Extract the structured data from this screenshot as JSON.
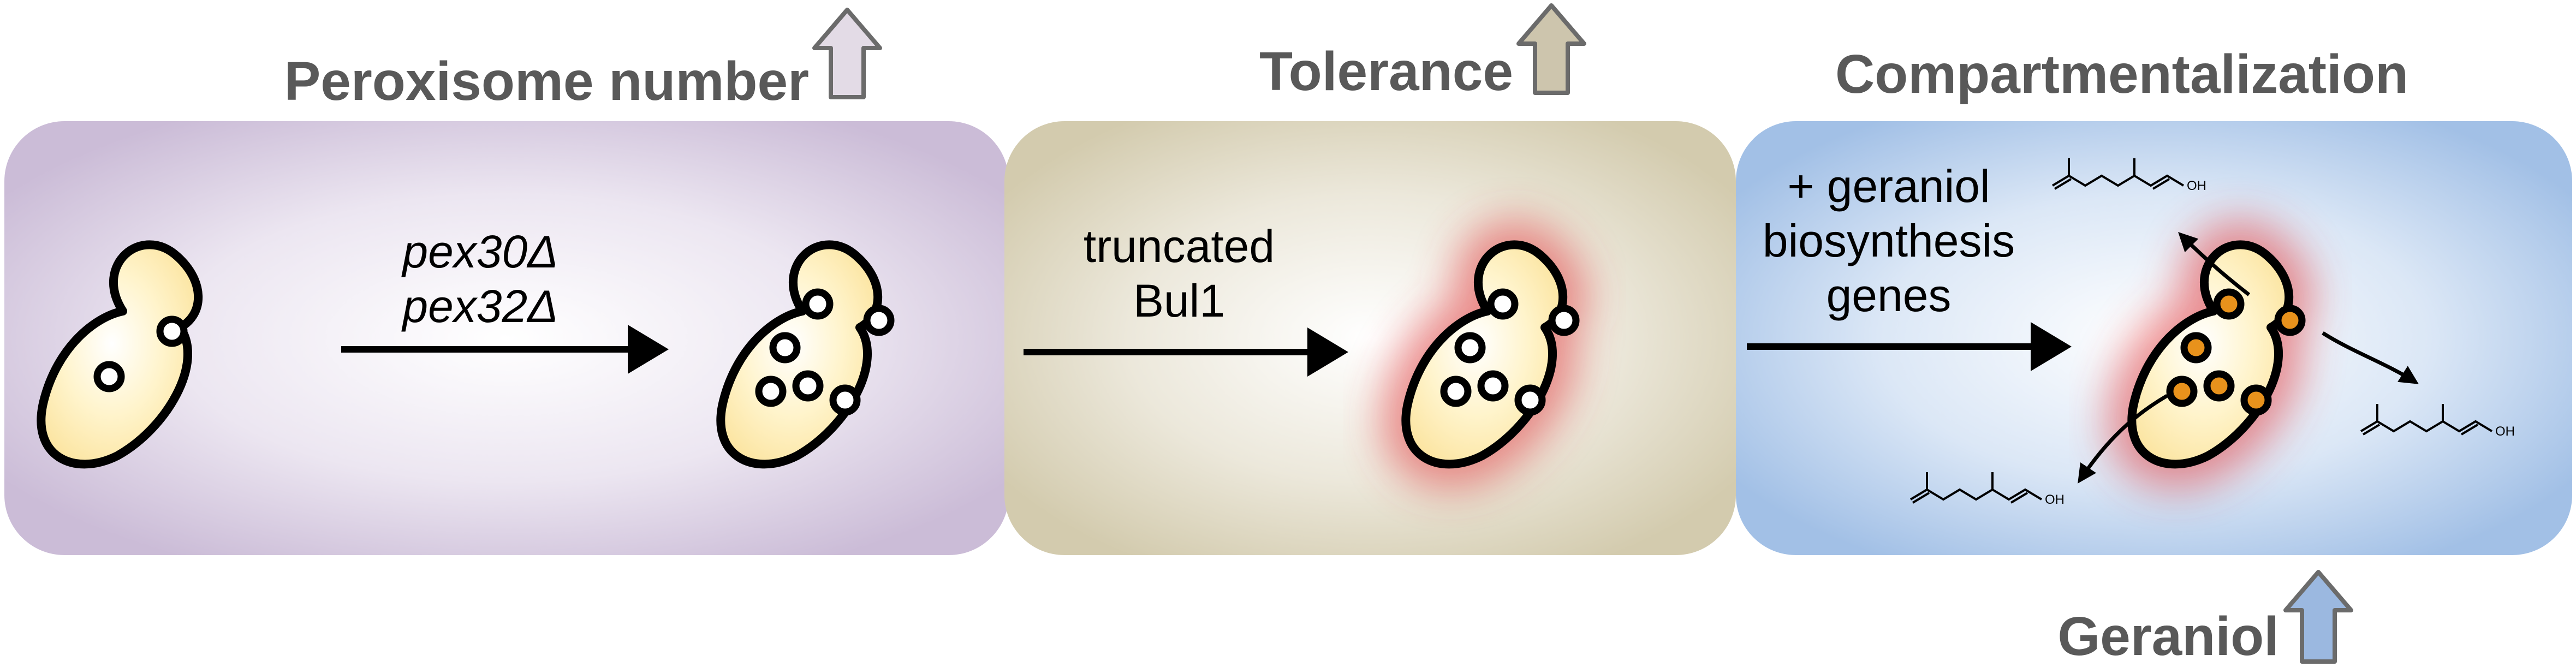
{
  "panels": [
    {
      "title": "Peroxisome number",
      "up_arrow_color": "#e3dbe6",
      "bg_color": "#d2c5dc",
      "step_label_lines": [
        "pex30Δ",
        "pex32Δ"
      ]
    },
    {
      "title": "Tolerance",
      "up_arrow_color": "#cdc5ad",
      "bg_color": "#d9d3ba",
      "step_label_lines": [
        "truncated",
        "Bul1"
      ]
    },
    {
      "title": "Compartmentalization",
      "bg_color": "#a9c6ea",
      "step_label_lines": [
        "+ geraniol",
        "biosynthesis",
        "genes"
      ]
    }
  ],
  "bottom_label": {
    "text": "Geraniol",
    "up_arrow_color": "#9bb8e0"
  },
  "molecule": {
    "label": "OH",
    "name": "geraniol-structure-icon"
  },
  "colors": {
    "cell_fill": "#fde9a8",
    "cell_outline": "#000000",
    "peroxisome_empty": "#ffffff",
    "peroxisome_filled": "#e8921c",
    "glow": "#e0383a",
    "text_gray": "#595959"
  }
}
